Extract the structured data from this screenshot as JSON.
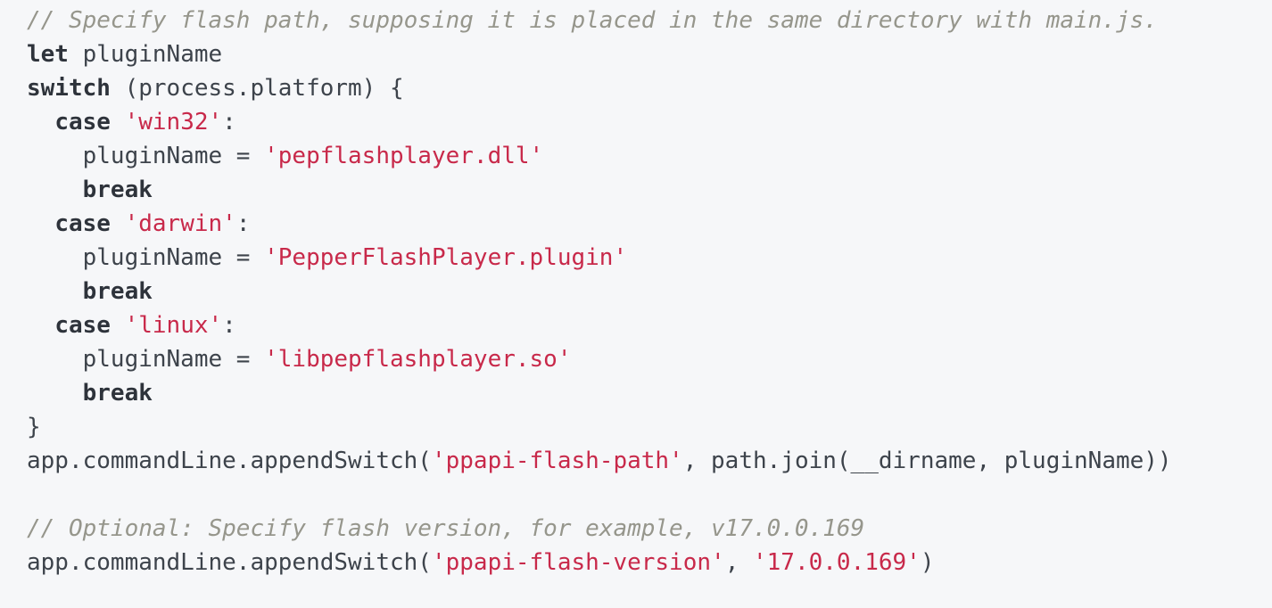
{
  "colors": {
    "code-bg": "#f6f7f9",
    "tok-plain": "#3d434b",
    "tok-keyword": "#2e333b",
    "tok-string": "#c8294a",
    "tok-comment": "#96968c"
  },
  "code_block": {
    "lines": [
      [
        {
          "c": "comment",
          "t": "// Specify flash path, supposing it is placed in the same directory with main.js."
        }
      ],
      [
        {
          "c": "keyword",
          "t": "let"
        },
        {
          "c": "plain",
          "t": " pluginName"
        }
      ],
      [
        {
          "c": "keyword",
          "t": "switch"
        },
        {
          "c": "plain",
          "t": " (process.platform) {"
        }
      ],
      [
        {
          "c": "plain",
          "t": "  "
        },
        {
          "c": "keyword",
          "t": "case"
        },
        {
          "c": "plain",
          "t": " "
        },
        {
          "c": "string",
          "t": "'win32'"
        },
        {
          "c": "plain",
          "t": ":"
        }
      ],
      [
        {
          "c": "plain",
          "t": "    pluginName = "
        },
        {
          "c": "string",
          "t": "'pepflashplayer.dll'"
        }
      ],
      [
        {
          "c": "plain",
          "t": "    "
        },
        {
          "c": "keyword",
          "t": "break"
        }
      ],
      [
        {
          "c": "plain",
          "t": "  "
        },
        {
          "c": "keyword",
          "t": "case"
        },
        {
          "c": "plain",
          "t": " "
        },
        {
          "c": "string",
          "t": "'darwin'"
        },
        {
          "c": "plain",
          "t": ":"
        }
      ],
      [
        {
          "c": "plain",
          "t": "    pluginName = "
        },
        {
          "c": "string",
          "t": "'PepperFlashPlayer.plugin'"
        }
      ],
      [
        {
          "c": "plain",
          "t": "    "
        },
        {
          "c": "keyword",
          "t": "break"
        }
      ],
      [
        {
          "c": "plain",
          "t": "  "
        },
        {
          "c": "keyword",
          "t": "case"
        },
        {
          "c": "plain",
          "t": " "
        },
        {
          "c": "string",
          "t": "'linux'"
        },
        {
          "c": "plain",
          "t": ":"
        }
      ],
      [
        {
          "c": "plain",
          "t": "    pluginName = "
        },
        {
          "c": "string",
          "t": "'libpepflashplayer.so'"
        }
      ],
      [
        {
          "c": "plain",
          "t": "    "
        },
        {
          "c": "keyword",
          "t": "break"
        }
      ],
      [
        {
          "c": "plain",
          "t": "}"
        }
      ],
      [
        {
          "c": "plain",
          "t": "app.commandLine.appendSwitch("
        },
        {
          "c": "string",
          "t": "'ppapi-flash-path'"
        },
        {
          "c": "plain",
          "t": ", path.join(__dirname, pluginName))"
        }
      ],
      [],
      [
        {
          "c": "comment",
          "t": "// Optional: Specify flash version, for example, v17.0.0.169"
        }
      ],
      [
        {
          "c": "plain",
          "t": "app.commandLine.appendSwitch("
        },
        {
          "c": "string",
          "t": "'ppapi-flash-version'"
        },
        {
          "c": "plain",
          "t": ", "
        },
        {
          "c": "string",
          "t": "'17.0.0.169'"
        },
        {
          "c": "plain",
          "t": ")"
        }
      ]
    ]
  }
}
